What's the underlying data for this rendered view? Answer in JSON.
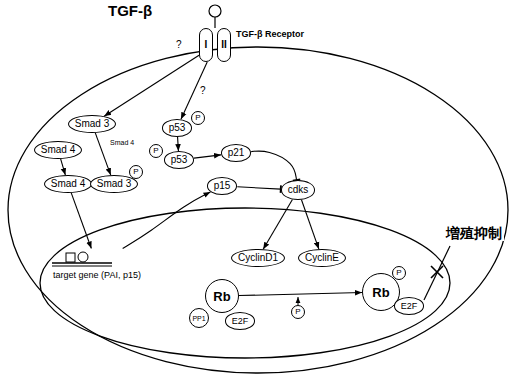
{
  "diagram": {
    "nodes": [
      {
        "text": [
          "I",
          "II"
        ]
      },
      {
        "text": [
          "Smad 3"
        ]
      },
      {
        "text": [
          "p53"
        ]
      },
      {
        "text": [
          "P"
        ]
      },
      {
        "text": [
          "Smad 4"
        ]
      },
      {
        "text": [
          "P"
        ]
      },
      {
        "text": [
          "p53"
        ]
      },
      {
        "text": [
          "p21"
        ]
      },
      {
        "text": [
          "P"
        ]
      },
      {
        "text": [
          "Smad 4"
        ]
      },
      {
        "text": [
          "Smad 3"
        ]
      },
      {
        "text": [
          "p15"
        ]
      },
      {
        "text": [
          "cdks"
        ]
      },
      {
        "text": [
          "target gene (PAI, p15)"
        ]
      },
      {
        "text": [
          "CyclinD1"
        ]
      },
      {
        "text": [
          "CyclinE"
        ]
      },
      {
        "text": [
          "Rb"
        ]
      },
      {
        "text": [
          "P"
        ]
      },
      {
        "text": [
          "PP1"
        ]
      },
      {
        "text": [
          "E2F"
        ]
      },
      {
        "text": [
          "P"
        ]
      },
      {
        "text": [
          "Rb"
        ]
      },
      {
        "text": [
          "E2F"
        ]
      }
    ],
    "edges": [
      {
        "from": 0,
        "to": 1,
        "arrow": "to"
      },
      {
        "from": 0,
        "to": 2,
        "arrow": "to"
      },
      {
        "from": 1,
        "to": 10,
        "arrow": "to"
      },
      {
        "from": 4,
        "to": 9,
        "arrow": "to"
      },
      {
        "from": 2,
        "to": 6,
        "arrow": "to"
      },
      {
        "from": 6,
        "to": 7,
        "arrow": "to"
      },
      {
        "from": 7,
        "to": 12,
        "arrow": "to"
      },
      {
        "from": 11,
        "to": 12,
        "arrow": "to"
      },
      {
        "from": 9,
        "to": 13,
        "arrow": "to"
      },
      {
        "from": 13,
        "to": 11,
        "arrow": "to"
      },
      {
        "from": 12,
        "to": 14,
        "arrow": "to"
      },
      {
        "from": 12,
        "to": 15,
        "arrow": "to"
      },
      {
        "from": 16,
        "to": 21,
        "arrow": "to"
      }
    ],
    "labels": [
      "TGF-β",
      "TGF-β Receptor",
      "?",
      "?",
      "Smad 4",
      "増殖抑制"
    ]
  }
}
